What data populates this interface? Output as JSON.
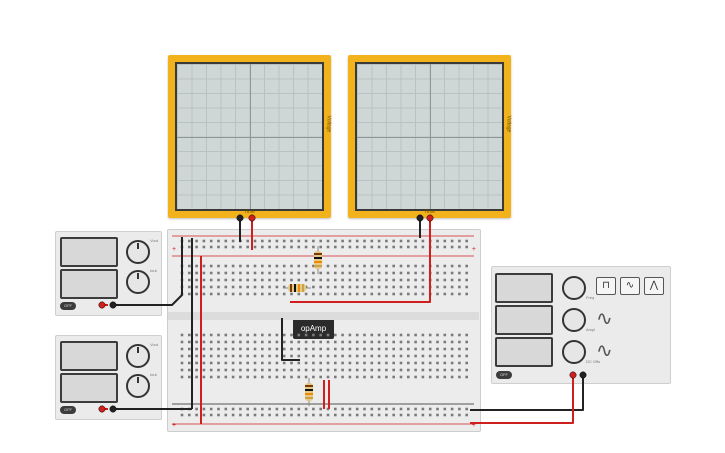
{
  "oscilloscopes": [
    {
      "x_label": "Time",
      "y_label": "Voltage"
    },
    {
      "x_label": "Time",
      "y_label": "Voltage"
    }
  ],
  "power_supplies": [
    {
      "knob1_label": "Vout",
      "knob2_label": "Iout",
      "off_label": "OFF"
    },
    {
      "knob1_label": "Vout",
      "knob2_label": "Iout",
      "off_label": "OFF"
    }
  ],
  "function_generator": {
    "knob_labels": [
      "Freq",
      "Ampl",
      "DC Offs"
    ],
    "off_label": "OFF",
    "waveforms": [
      "square",
      "sine",
      "triangle"
    ]
  },
  "breadboard": {
    "top_rail_sign_left": "+",
    "top_rail_sign_right": "+",
    "bottom_rail_sign_left": "+",
    "bottom_rail_sign_right": "+"
  },
  "chip_label": "opAmp",
  "colors": {
    "scope_frame": "#f2b21b",
    "wire_red": "#d01f1f",
    "wire_black": "#222222"
  }
}
